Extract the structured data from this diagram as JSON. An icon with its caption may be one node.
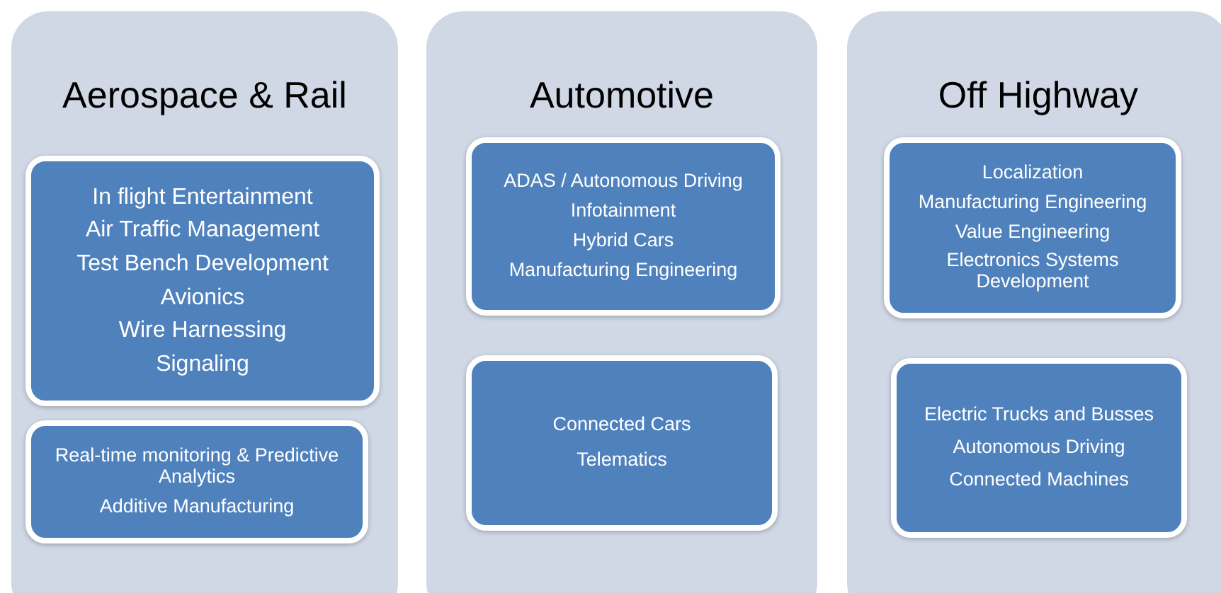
{
  "diagram": {
    "nodes": [
      {
        "text": [
          "Aerospace & Rail"
        ]
      },
      {
        "text": [
          "In flight Entertainment",
          "Air Traffic Management",
          "Test Bench Development",
          "Avionics",
          "Wire Harnessing",
          "Signaling"
        ],
        "in": 0
      },
      {
        "text": [
          "Real-time monitoring & Predictive Analytics",
          "Additive Manufacturing"
        ],
        "in": 0
      },
      {
        "text": [
          "Automotive"
        ]
      },
      {
        "text": [
          "ADAS / Autonomous Driving",
          "Infotainment",
          "Hybrid Cars",
          "Manufacturing Engineering"
        ],
        "in": 3
      },
      {
        "text": [
          "Connected Cars",
          "Telematics"
        ],
        "in": 3
      },
      {
        "text": [
          "Off Highway"
        ]
      },
      {
        "text": [
          "Localization",
          "Manufacturing Engineering",
          "Value Engineering",
          "Electronics Systems Development"
        ],
        "in": 6
      },
      {
        "text": [
          "Electric Trucks and Busses",
          "Autonomous Driving",
          "Connected Machines"
        ],
        "in": 6
      }
    ]
  }
}
